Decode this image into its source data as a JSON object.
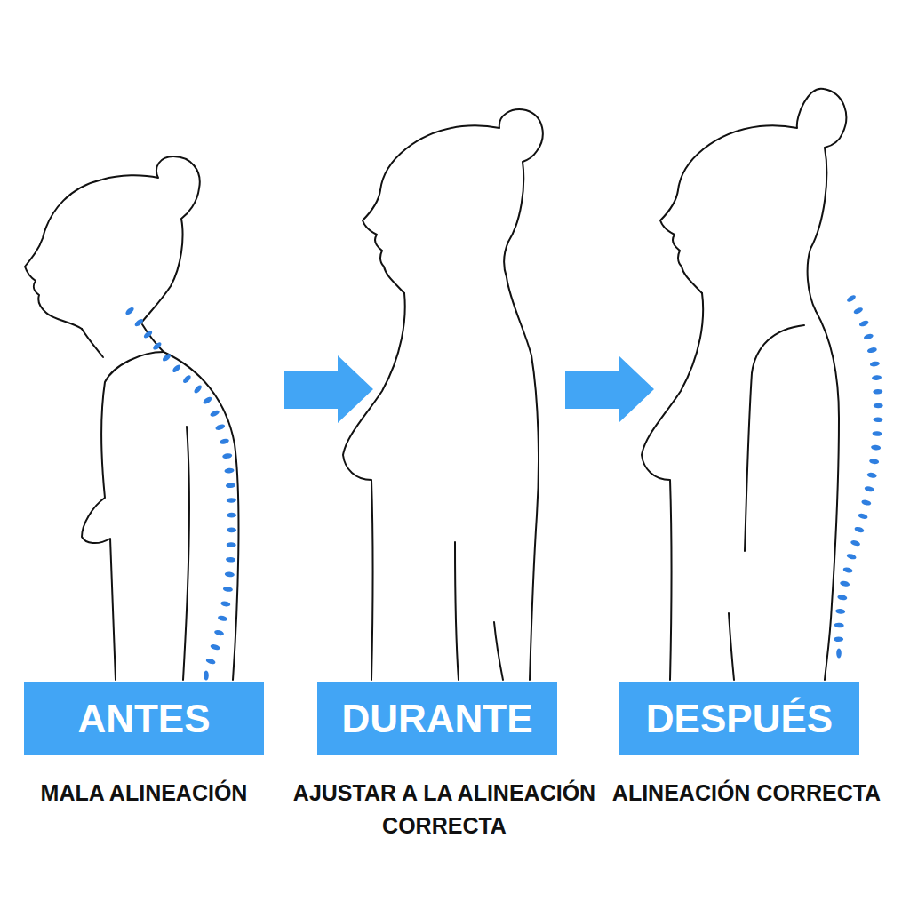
{
  "diagram": {
    "nodes": [
      {
        "text": [
          "ANTES"
        ]
      },
      {
        "text": [
          "DURANTE"
        ]
      },
      {
        "text": [
          "DESPUÉS"
        ]
      }
    ],
    "labels": [
      "MALA ALINEACIÓN",
      "AJUSTAR A LA ALINEACIÓN CORRECTA",
      "ALINEACIÓN CORRECTA"
    ]
  }
}
